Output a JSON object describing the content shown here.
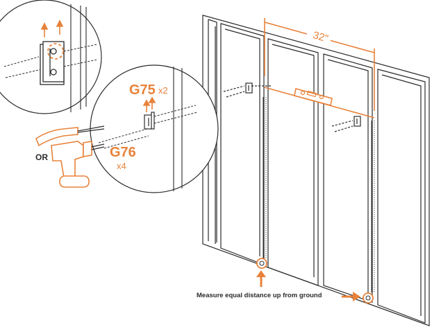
{
  "colors": {
    "accent": "#e8823a",
    "line": "#2b2b2b"
  },
  "labels": {
    "dimension": "32\"",
    "part_bracket": "G75",
    "part_bracket_qty": "x2",
    "part_screw": "G76",
    "part_screw_qty": "x4",
    "or": "OR",
    "measure_note": "Measure equal distance up from ground"
  },
  "icons": {
    "tool_primary": "screwdriver-icon",
    "tool_alternative": "power-drill-icon",
    "level": "bubble-level-icon",
    "tape": "tape-measure-icon"
  }
}
